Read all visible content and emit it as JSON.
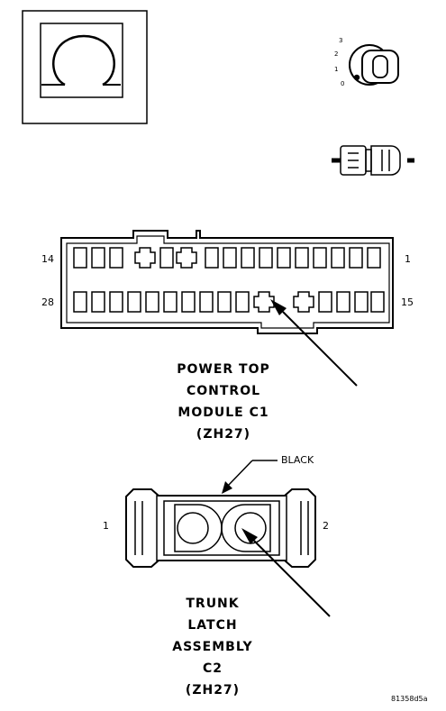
{
  "connector_c1": {
    "pin_left_top": "14",
    "pin_left_bottom": "28",
    "pin_right_top": "1",
    "pin_right_bottom": "15",
    "label_lines": [
      "POWER TOP",
      "CONTROL",
      "MODULE C1",
      "(ZH27)"
    ]
  },
  "connector_c2": {
    "color_label": "BLACK",
    "pin_left": "1",
    "pin_right": "2",
    "label_lines": [
      "TRUNK",
      "LATCH",
      "ASSEMBLY",
      "C2",
      "(ZH27)"
    ]
  },
  "ignition_key_positions": [
    "3",
    "2",
    "1",
    "0"
  ],
  "figure_code": "81358d5a"
}
